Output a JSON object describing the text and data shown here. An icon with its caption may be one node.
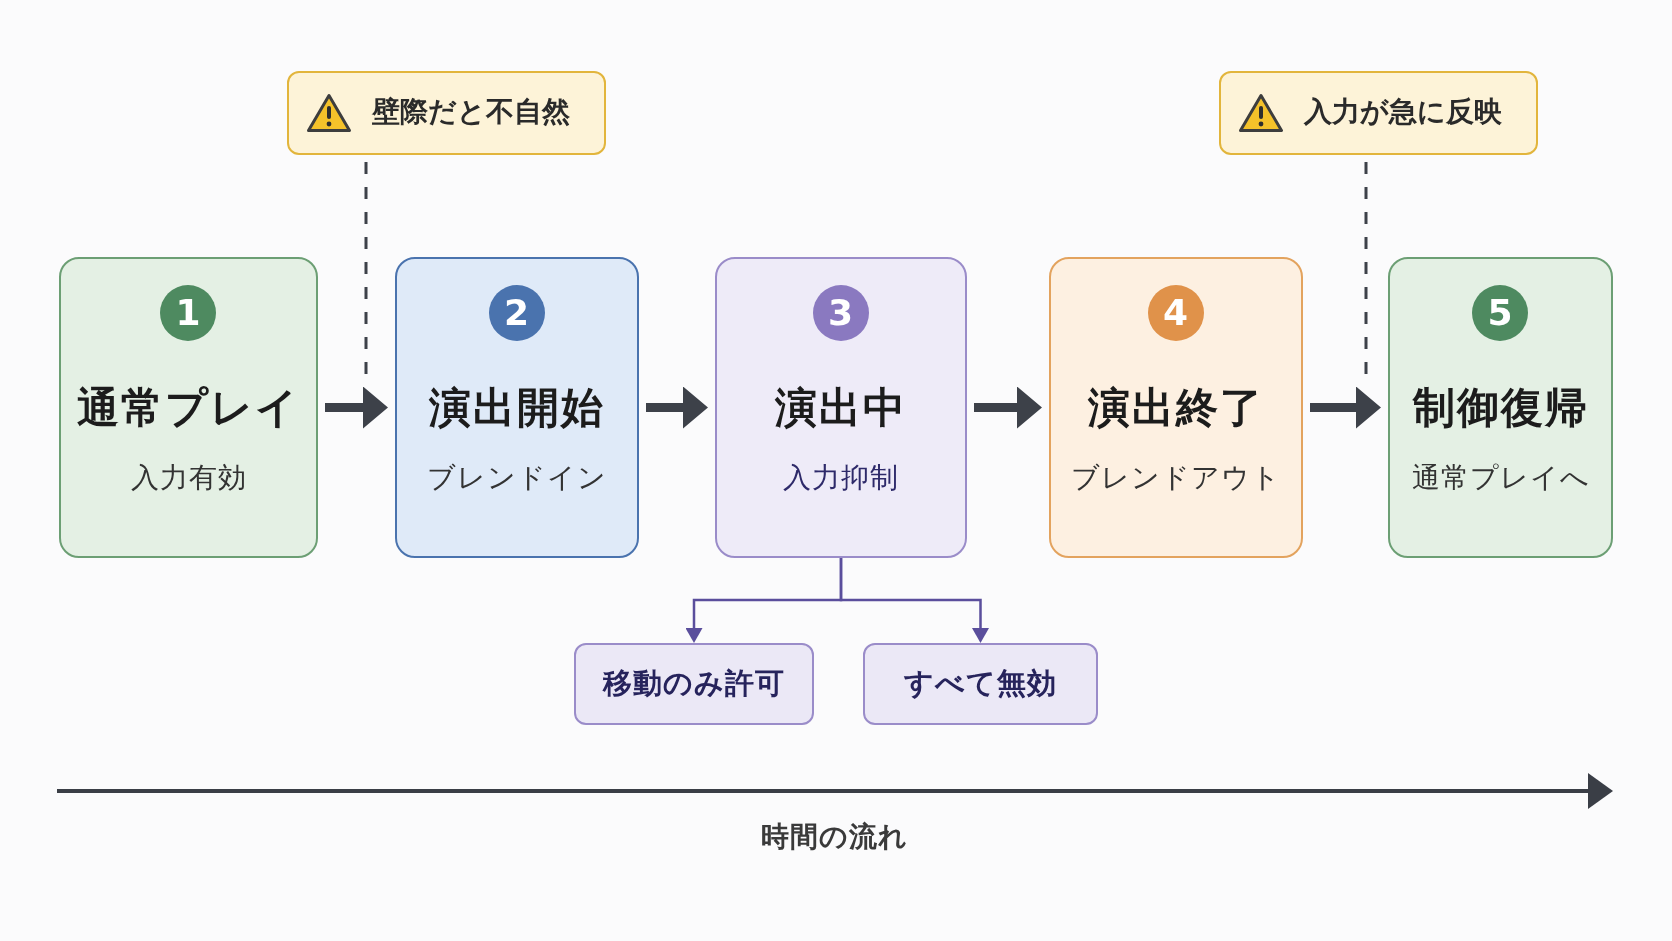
{
  "diagram": {
    "nodes": [
      {
        "text": [
          "壁際だと不自然"
        ]
      },
      {
        "text": [
          "入力が急に反映"
        ]
      },
      {
        "text": [
          "通常プレイ",
          "入力有効"
        ]
      },
      {
        "text": [
          "1"
        ],
        "in": 2
      },
      {
        "text": [
          "演出開始",
          "ブレンドイン"
        ]
      },
      {
        "text": [
          "2"
        ],
        "in": 4
      },
      {
        "text": [
          "演出中",
          "入力抑制"
        ]
      },
      {
        "text": [
          "3"
        ],
        "in": 6
      },
      {
        "text": [
          "演出終了",
          "ブレンドアウト"
        ]
      },
      {
        "text": [
          "4"
        ],
        "in": 8
      },
      {
        "text": [
          "制御復帰",
          "通常プレイへ"
        ]
      },
      {
        "text": [
          "5"
        ],
        "in": 10
      },
      {
        "text": [
          "移動のみ許可"
        ]
      },
      {
        "text": [
          "すべて無効"
        ]
      }
    ],
    "edges": [
      {
        "from": 2,
        "to": 4,
        "arrow": "to",
        "style": "thick"
      },
      {
        "from": 4,
        "to": 6,
        "arrow": "to",
        "style": "thick"
      },
      {
        "from": 6,
        "to": 8,
        "arrow": "to",
        "style": "thick"
      },
      {
        "from": 8,
        "to": 10,
        "arrow": "to",
        "style": "thick"
      },
      {
        "from": 6,
        "to": 12,
        "arrow": "to",
        "color": "#5a4e9c"
      },
      {
        "from": 6,
        "to": 13,
        "arrow": "to",
        "color": "#5a4e9c"
      },
      {
        "from": 0,
        "to": null,
        "arrow": "none",
        "style": "dashed"
      },
      {
        "from": 1,
        "to": null,
        "arrow": "none",
        "style": "dashed"
      }
    ],
    "labels": [
      "時間の流れ"
    ]
  }
}
